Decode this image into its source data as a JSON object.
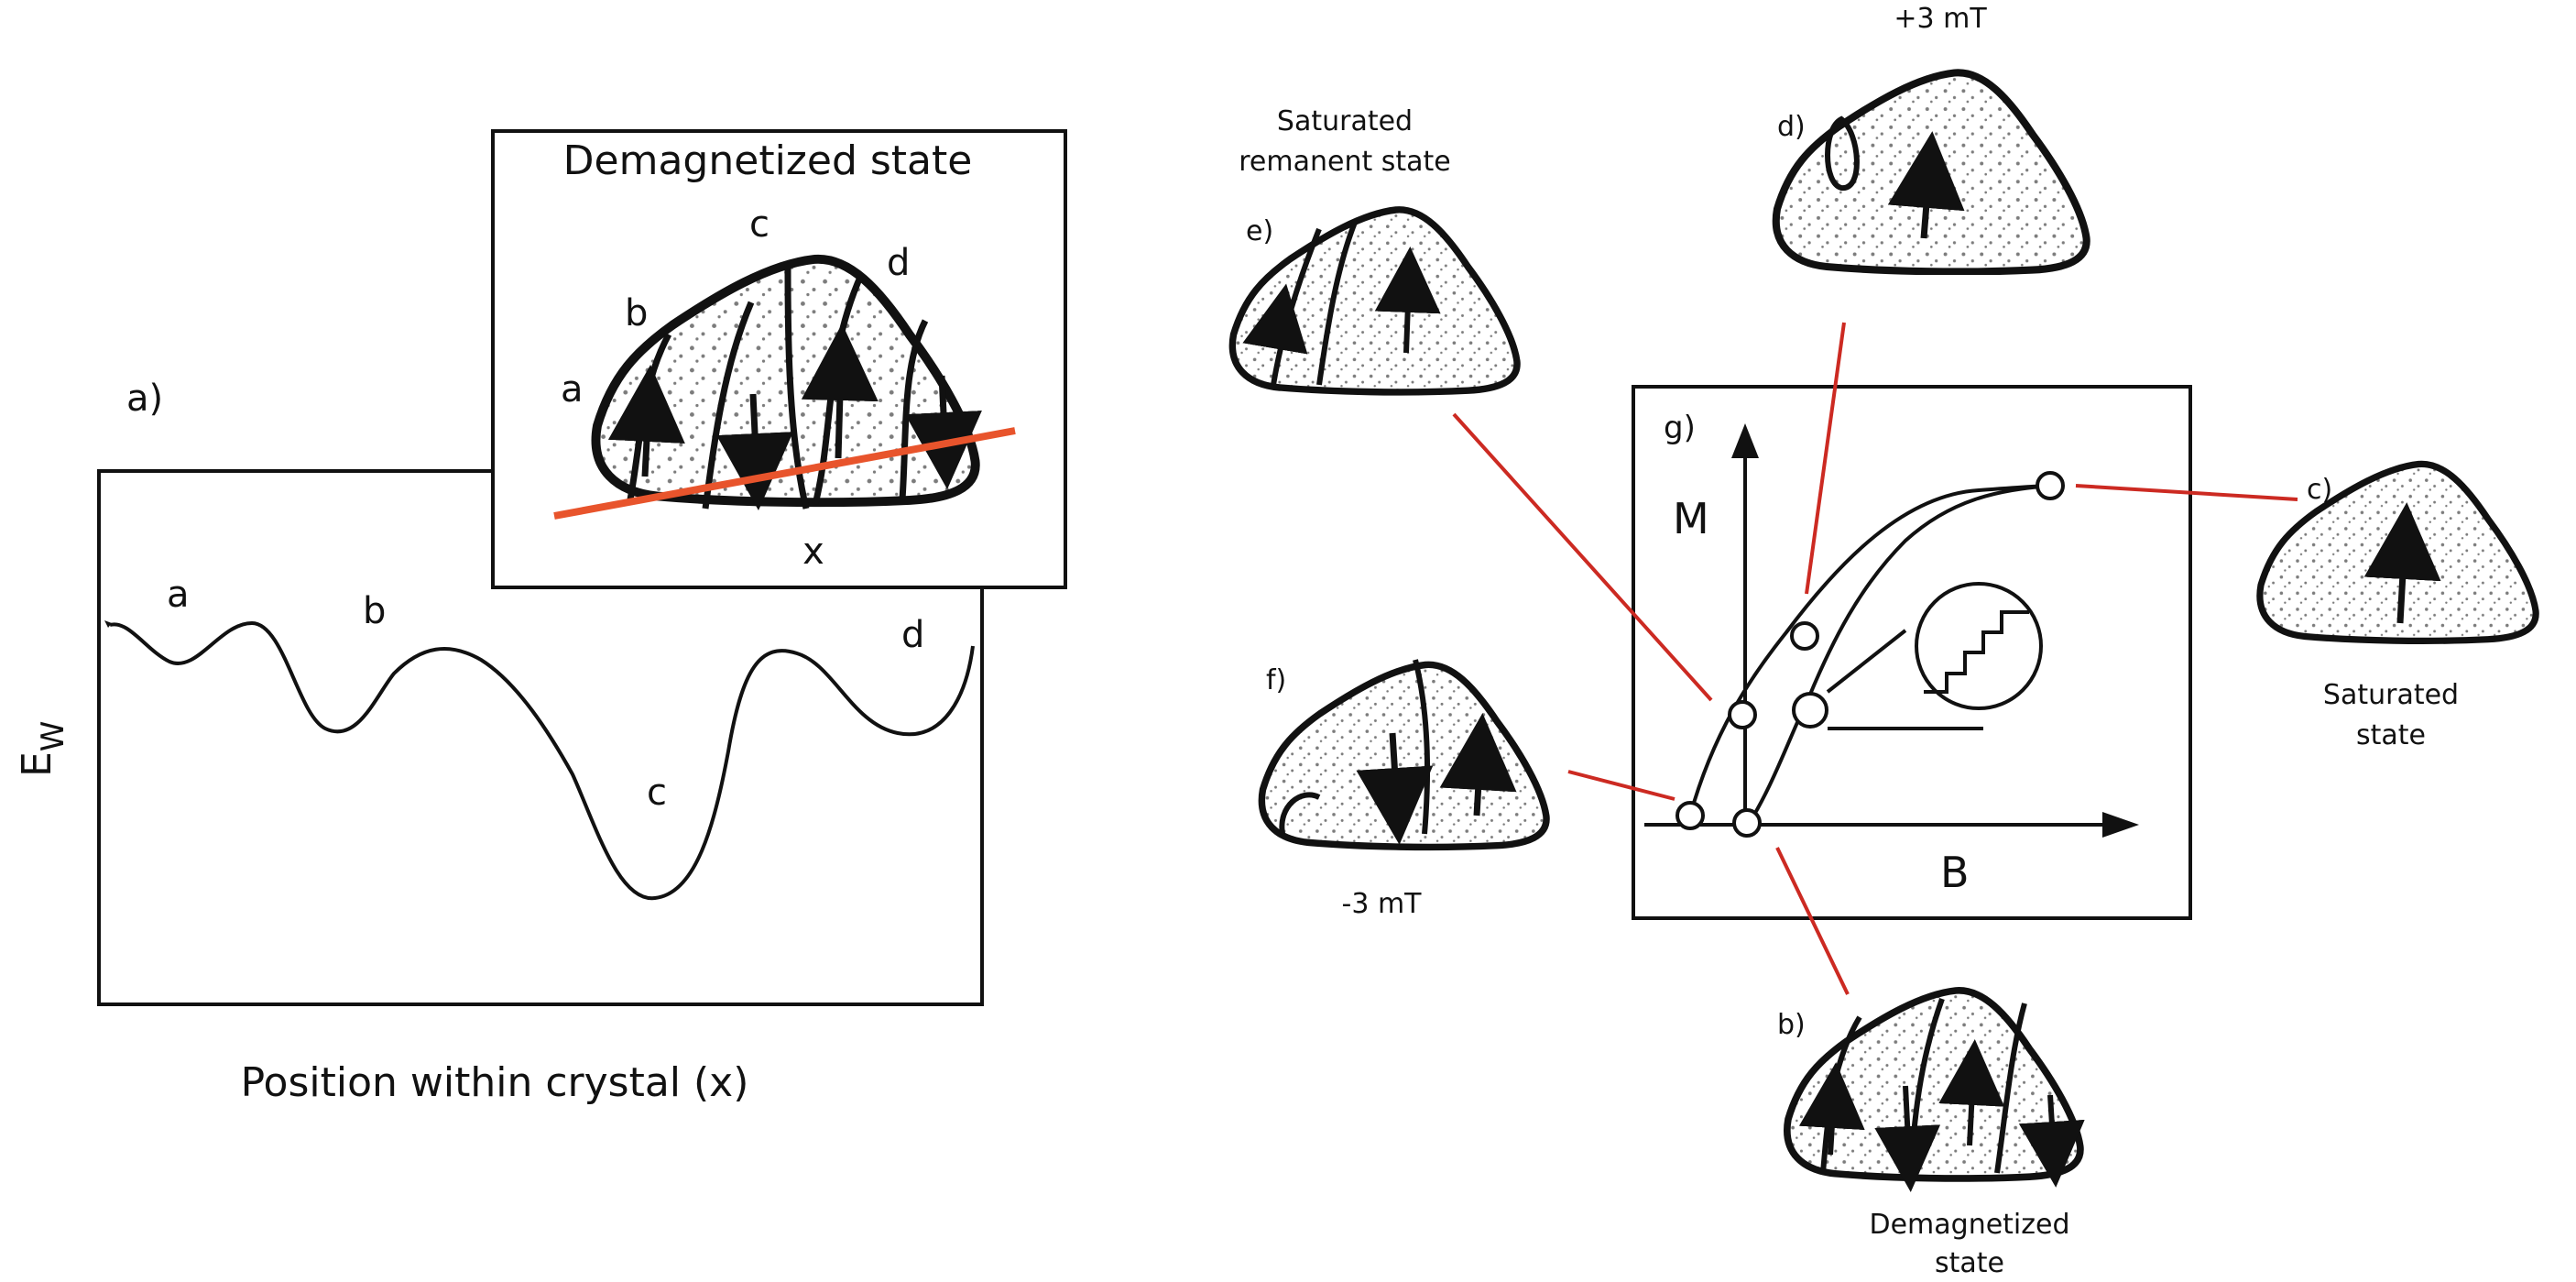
{
  "panel_a": {
    "label": "a)",
    "y_axis_label": "E",
    "y_axis_subscript": "W",
    "x_axis_label": "Position within crystal (x)",
    "curve_labels": [
      "a",
      "b",
      "c",
      "d"
    ],
    "inset": {
      "title": "Demagnetized state",
      "domain_labels": [
        "a",
        "b",
        "c",
        "d"
      ],
      "line_label": "x",
      "line_color": "#e8542c"
    }
  },
  "panel_g": {
    "label": "g)",
    "m_axis": "M",
    "b_axis": "B"
  },
  "states": {
    "b": {
      "label": "b)",
      "caption_line1": "Demagnetized",
      "caption_line2": "state"
    },
    "c": {
      "label": "c)",
      "caption_line1": "Saturated",
      "caption_line2": "state"
    },
    "d": {
      "label": "d)",
      "field": "+3 mT"
    },
    "e": {
      "label": "e)",
      "caption_line1": "Saturated",
      "caption_line2": "remanent state"
    },
    "f": {
      "label": "f)",
      "field": "-3 mT"
    }
  },
  "colors": {
    "leader": "#cc2a22",
    "ink": "#111111"
  }
}
